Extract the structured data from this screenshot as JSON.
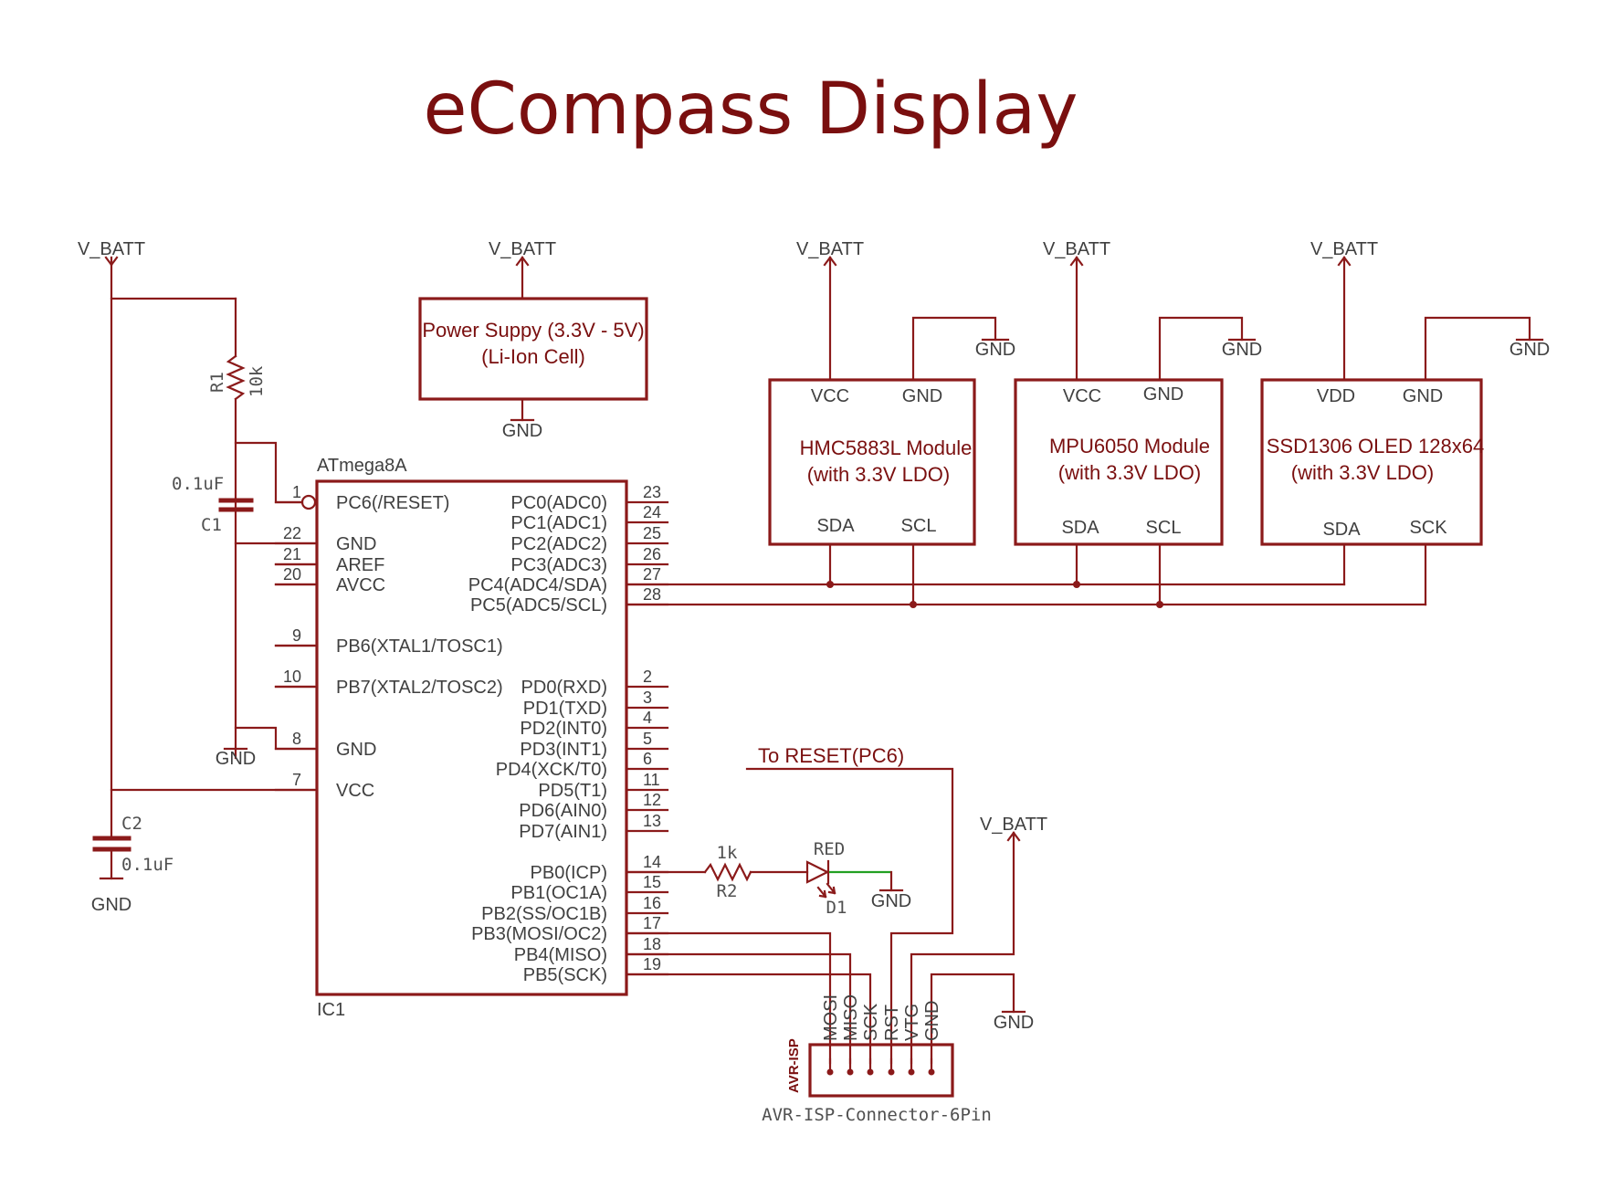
{
  "title": "eCompass Display",
  "nets": {
    "vbatt": "V_BATT",
    "gnd": "GND",
    "reset_note": "To RESET(PC6)"
  },
  "power_supply": {
    "line1": "Power Suppy (3.3V - 5V)",
    "line2": "(Li-Ion Cell)"
  },
  "modules": [
    {
      "name": "HMC5883L Module",
      "note": "(with 3.3V LDO)",
      "pin_pwr": "VCC",
      "pin_gnd": "GND",
      "pin_data": "SDA",
      "pin_clk": "SCL"
    },
    {
      "name": "MPU6050 Module",
      "note": "(with 3.3V LDO)",
      "pin_pwr": "VCC",
      "pin_gnd": "GND",
      "pin_data": "SDA",
      "pin_clk": "SCL"
    },
    {
      "name": "SSD1306 OLED 128x64",
      "note": "(with 3.3V LDO)",
      "pin_pwr": "VDD",
      "pin_gnd": "GND",
      "pin_data": "SDA",
      "pin_clk": "SCK"
    }
  ],
  "mcu": {
    "part": "ATmega8A",
    "ref": "IC1",
    "left_pins": [
      {
        "num": "1",
        "name": "PC6(/RESET)"
      },
      {
        "num": "22",
        "name": "GND"
      },
      {
        "num": "21",
        "name": "AREF"
      },
      {
        "num": "20",
        "name": "AVCC"
      },
      {
        "num": "9",
        "name": "PB6(XTAL1/TOSC1)"
      },
      {
        "num": "10",
        "name": "PB7(XTAL2/TOSC2)"
      },
      {
        "num": "8",
        "name": "GND"
      },
      {
        "num": "7",
        "name": "VCC"
      }
    ],
    "right_pins": [
      {
        "num": "23",
        "name": "PC0(ADC0)"
      },
      {
        "num": "24",
        "name": "PC1(ADC1)"
      },
      {
        "num": "25",
        "name": "PC2(ADC2)"
      },
      {
        "num": "26",
        "name": "PC3(ADC3)"
      },
      {
        "num": "27",
        "name": "PC4(ADC4/SDA)"
      },
      {
        "num": "28",
        "name": "PC5(ADC5/SCL)"
      },
      {
        "num": "2",
        "name": "PD0(RXD)"
      },
      {
        "num": "3",
        "name": "PD1(TXD)"
      },
      {
        "num": "4",
        "name": "PD2(INT0)"
      },
      {
        "num": "5",
        "name": "PD3(INT1)"
      },
      {
        "num": "6",
        "name": "PD4(XCK/T0)"
      },
      {
        "num": "11",
        "name": "PD5(T1)"
      },
      {
        "num": "12",
        "name": "PD6(AIN0)"
      },
      {
        "num": "13",
        "name": "PD7(AIN1)"
      },
      {
        "num": "14",
        "name": "PB0(ICP)"
      },
      {
        "num": "15",
        "name": "PB1(OC1A)"
      },
      {
        "num": "16",
        "name": "PB2(SS/OC1B)"
      },
      {
        "num": "17",
        "name": "PB3(MOSI/OC2)"
      },
      {
        "num": "18",
        "name": "PB4(MISO)"
      },
      {
        "num": "19",
        "name": "PB5(SCK)"
      }
    ]
  },
  "components": {
    "r1": {
      "ref": "R1",
      "value": "10k"
    },
    "c1": {
      "ref": "C1",
      "value": "0.1uF"
    },
    "c2": {
      "ref": "C2",
      "value": "0.1uF"
    },
    "r2": {
      "ref": "R2",
      "value": "1k"
    },
    "d1": {
      "ref": "D1",
      "value": "RED"
    }
  },
  "isp": {
    "label": "AVR-ISP",
    "part": "AVR-ISP-Connector-6Pin",
    "pins": [
      "MOSI",
      "MISO",
      "SCK",
      "RST",
      "VTG",
      "GND"
    ]
  },
  "colors": {
    "wire": "#8b1a1a",
    "text": "#7a0f0f",
    "led_net": "#22a022"
  }
}
